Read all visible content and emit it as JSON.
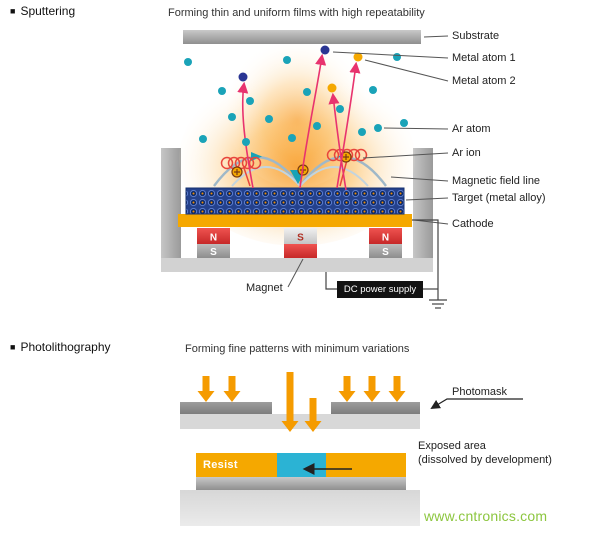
{
  "sputtering": {
    "bullet": "■",
    "heading": "Sputtering",
    "subtitle": "Forming thin and uniform films with high repeatability",
    "labels": {
      "substrate": "Substrate",
      "metal_atom_1": "Metal atom 1",
      "metal_atom_2": "Metal atom 2",
      "ar_atom": "Ar atom",
      "ar_ion": "Ar ion",
      "magnetic_field_line": "Magnetic field line",
      "target": "Target (metal alloy)",
      "cathode": "Cathode",
      "magnet": "Magnet",
      "dc_power_supply": "DC power supply"
    },
    "magnets": [
      {
        "top": "N",
        "bottom": "S"
      },
      {
        "top": "S",
        "bottom": ""
      },
      {
        "top": "N",
        "bottom": "S"
      }
    ]
  },
  "photolithography": {
    "bullet": "■",
    "heading": "Photolithography",
    "subtitle": "Forming fine patterns with minimum variations",
    "labels": {
      "photomask": "Photomask",
      "exposed_area_line1": "Exposed area",
      "exposed_area_line2": "(dissolved by development)",
      "resist": "Resist"
    }
  },
  "watermark": "www.cntronics.com",
  "colors": {
    "accent_orange": "#f5a800",
    "arrow_orange": "#f59b00",
    "plasma_glow": "#f7941d",
    "ar_atom_teal": "#1aa3b8",
    "metal_atom1_navy": "#2a3593",
    "metal_atom2_orange": "#f5a800",
    "sputter_arrow_pink": "#e8336e",
    "ion_spiral_red": "#e8453c",
    "exposed_cyan": "#2bb3d4",
    "magnet_red": "#c62828",
    "watermark_green": "#8cc63f"
  }
}
